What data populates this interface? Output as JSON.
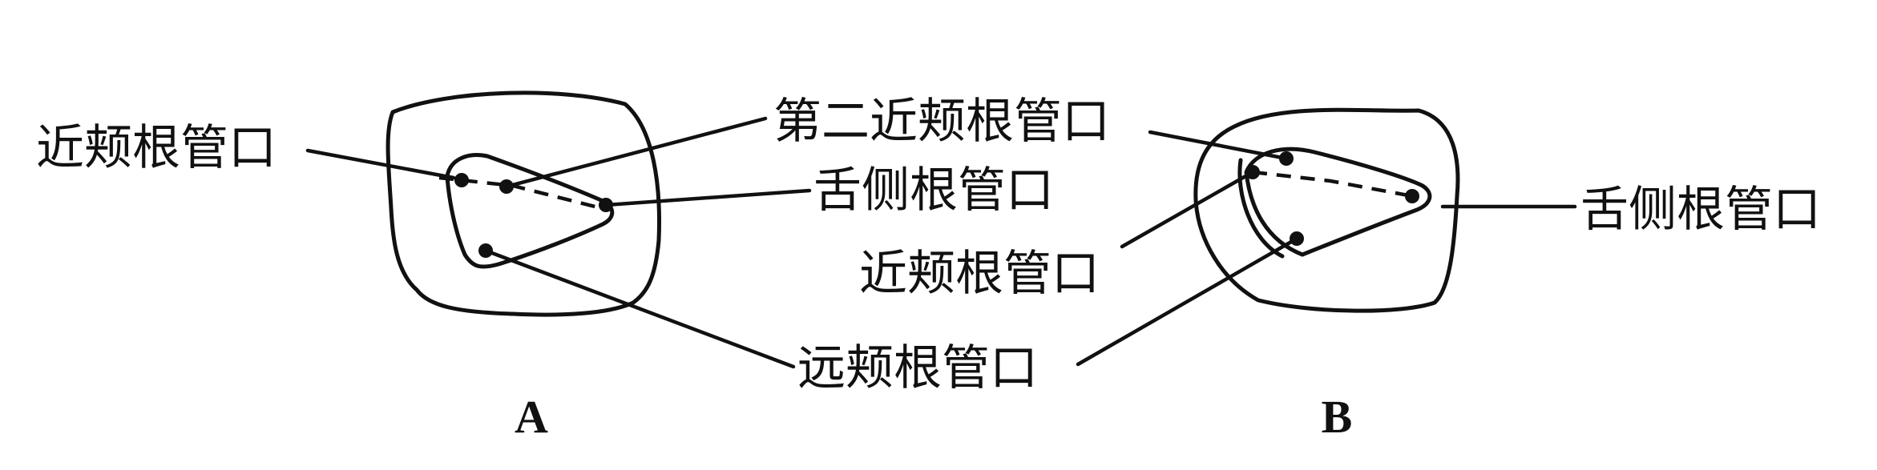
{
  "figure": {
    "tooth_a": {
      "caption": "A",
      "labels": {
        "mesiobuccal": "近颊根管口",
        "second_mesiobuccal": "第二近颊根管口",
        "palatal": "舌侧根管口",
        "distobuccal": "远颊根管口"
      }
    },
    "tooth_b": {
      "caption": "B",
      "labels": {
        "palatal": "舌侧根管口",
        "mesiobuccal": "近颊根管口"
      }
    }
  }
}
